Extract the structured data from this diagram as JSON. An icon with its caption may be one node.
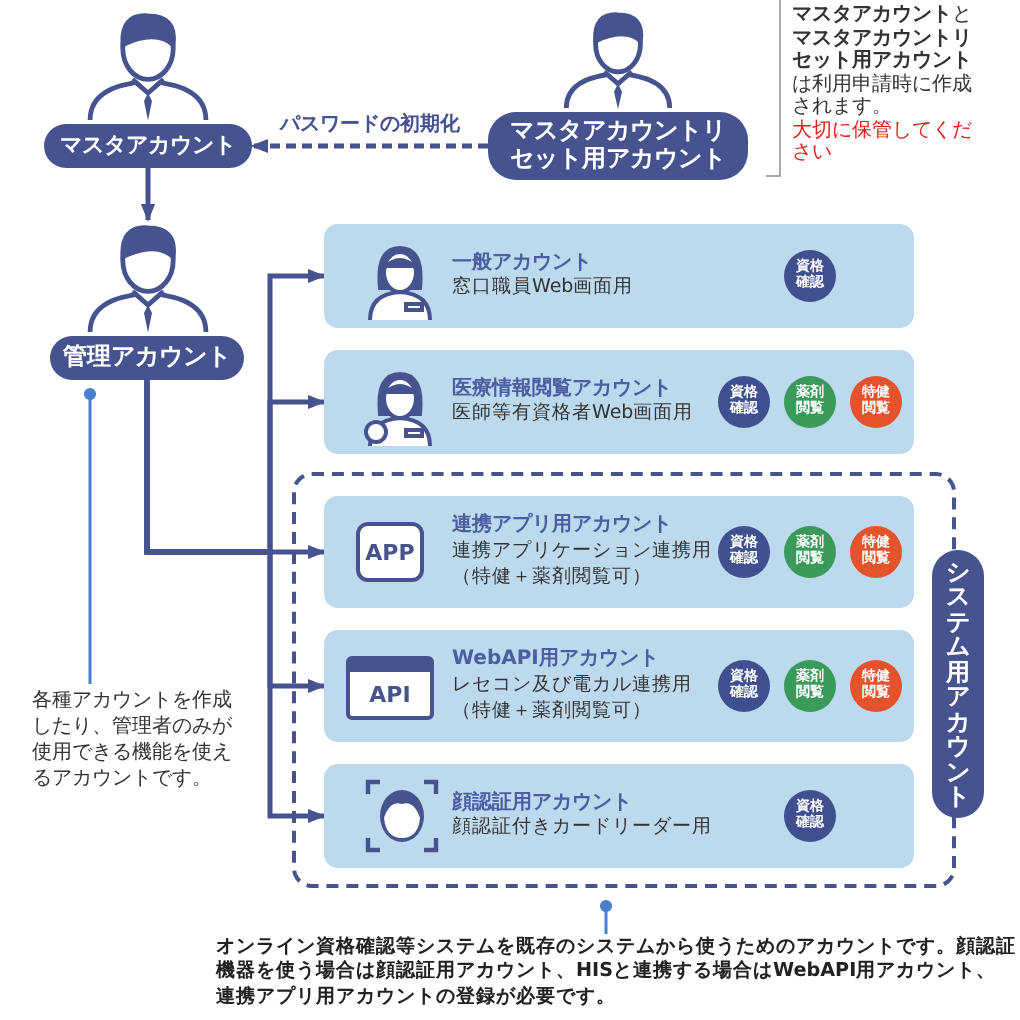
{
  "diagram": {
    "nodes": [
      {
        "text": [
          "マスタアカウント"
        ]
      },
      {
        "text": [
          "マスタアカウントリセット用アカウント"
        ]
      },
      {
        "text": [
          "管理アカウント"
        ]
      },
      {
        "text": [
          "一般アカウント",
          "窓口職員Web画面用"
        ]
      },
      {
        "text": [
          "資格確認"
        ],
        "in": 3
      },
      {
        "text": [
          "医療情報閲覧アカウント",
          "医師等有資格者Web画面用"
        ]
      },
      {
        "text": [
          "資格確認"
        ],
        "in": 5
      },
      {
        "text": [
          "薬剤閲覧"
        ],
        "in": 5
      },
      {
        "text": [
          "特健閲覧"
        ],
        "in": 5
      },
      {
        "text": [
          "システム用アカウント"
        ]
      },
      {
        "text": [
          "連携アプリ用アカウント",
          "連携アプリケーション連携用",
          "（特健＋薬剤閲覧可）"
        ],
        "in": 9
      },
      {
        "text": [
          "APP"
        ],
        "in": 10
      },
      {
        "text": [
          "資格確認"
        ],
        "in": 10
      },
      {
        "text": [
          "薬剤閲覧"
        ],
        "in": 10
      },
      {
        "text": [
          "特健閲覧"
        ],
        "in": 10
      },
      {
        "text": [
          "WebAPI用アカウント",
          "レセコン及び電カル連携用",
          "（特健＋薬剤閲覧可）"
        ],
        "in": 9
      },
      {
        "text": [
          "API"
        ],
        "in": 15
      },
      {
        "text": [
          "資格確認"
        ],
        "in": 15
      },
      {
        "text": [
          "薬剤閲覧"
        ],
        "in": 15
      },
      {
        "text": [
          "特健閲覧"
        ],
        "in": 15
      },
      {
        "text": [
          "顔認証用アカウント",
          "顔認証付きカードリーダー用"
        ],
        "in": 9
      },
      {
        "text": [
          "資格確認"
        ],
        "in": 20
      },
      {
        "text": [
          "各種アカウントを作成したり、管理者のみが使用できる機能を使えるアカウントです。"
        ]
      },
      {
        "text": [
          "オンライン資格確認等システムを既存のシステムから使うためのアカウントです。顔認証機器を使う場合は顔認証用アカウント、HISと連携する場合はWebAPI用アカウント、連携アプリ用アカウントの登録が必要です。"
        ]
      }
    ],
    "edges": [
      {
        "from": 1,
        "to": 0,
        "arrow": "to",
        "label": "パスワードの初期化",
        "style": "dashed"
      },
      {
        "from": 0,
        "to": 2,
        "arrow": "to"
      },
      {
        "from": 2,
        "to": 3,
        "arrow": "to"
      },
      {
        "from": 2,
        "to": 5,
        "arrow": "to"
      },
      {
        "from": 2,
        "to": 10,
        "arrow": "to"
      },
      {
        "from": 2,
        "to": 15,
        "arrow": "to"
      },
      {
        "from": 2,
        "to": 20,
        "arrow": "to"
      },
      {
        "from": 22,
        "to": 2,
        "arrow": "other",
        "color": "#4a80d0"
      },
      {
        "from": 23,
        "to": 9,
        "arrow": "other",
        "color": "#4a80d0"
      }
    ],
    "labels": [
      "**マスタアカウント**と**マスタアカウントリセット用アカウント**は利用申請時に作成されます。",
      "大切に保管してください"
    ]
  }
}
